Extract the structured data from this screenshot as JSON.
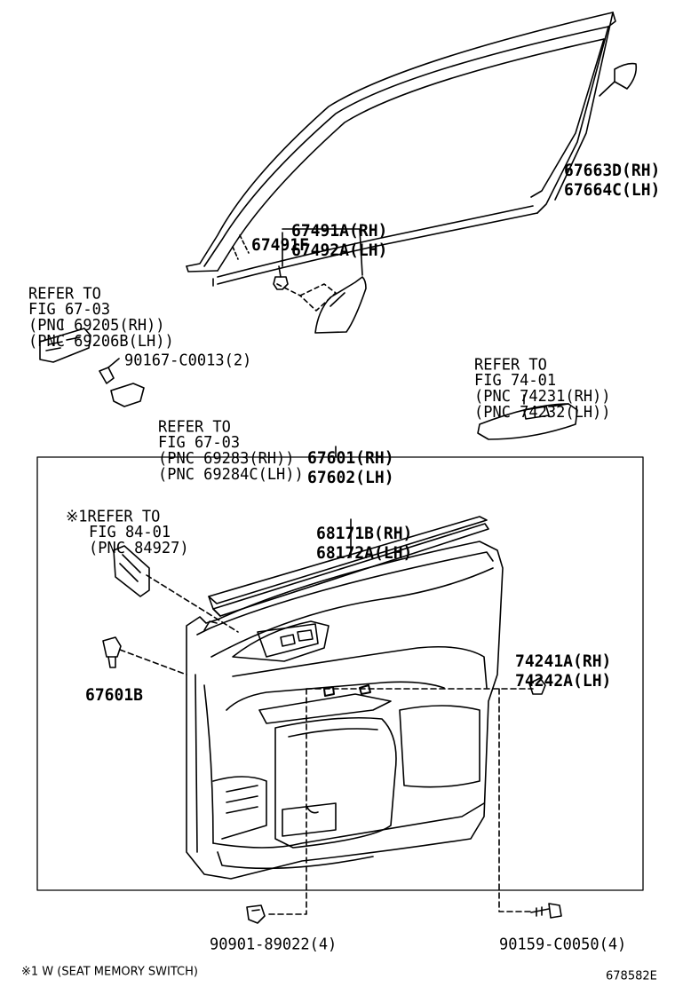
{
  "labels": {
    "glass_channel_rear": [
      "67663D(RH)",
      "67664C(LH)"
    ],
    "weatherstrip": [
      "67491A(RH)",
      "67492A(LH)"
    ],
    "weatherstrip_f": "67491F",
    "refer_switch_base": [
      "REFER TO",
      "FIG 67-03",
      "(PNC 69205(RH))",
      "(PNC 69206B(LH))"
    ],
    "screw_switch": "90167-C0013(2)",
    "refer_bezel": [
      "REFER TO",
      "FIG 67-03",
      "(PNC 69283(RH))",
      "(PNC 69284C(LH))"
    ],
    "refer_armrest_switch": [
      "REFER TO",
      "FIG 74-01",
      "(PNC 74231(RH))",
      "(PNC 74232(LH))"
    ],
    "trim_board": [
      "67601(RH)",
      "67602(LH)"
    ],
    "refer_seat_switch": [
      "※1REFER TO",
      "FIG 84-01",
      "(PNC 84927)"
    ],
    "inner_weatherstrip": [
      "68171B(RH)",
      "68172A(LH)"
    ],
    "armrest_base": [
      "74241A(RH)",
      "74242A(LH)"
    ],
    "clip": "67601B",
    "clip_bottom": "90901-89022(4)",
    "screw_bottom": "90159-C0050(4)"
  },
  "footer": {
    "note": "※1 W (SEAT MEMORY SWITCH)",
    "figure_id": "678582E"
  }
}
